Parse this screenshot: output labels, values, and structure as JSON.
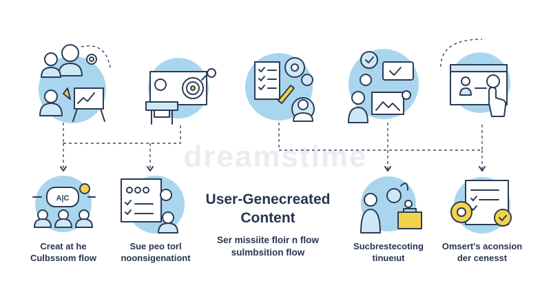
{
  "watermark": "dreamstime",
  "title": "User-Genecreated\nContent",
  "subtitle": "Ser missiite floir n flow\nsulmbsition flow",
  "items": [
    {
      "label": "Creat at he\nCulbssıom flow"
    },
    {
      "label": "Sue peo torl\nnoonsigenationt"
    },
    {
      "label": "Sucbrestecoting\ntinueıut"
    },
    {
      "label": "Omsert's aconsion\nder cenesst"
    }
  ],
  "icon_names": {
    "top1": "team-presentation-icon",
    "top2": "target-strategy-icon",
    "top3": "checklist-settings-icon",
    "top4": "team-feedback-icon",
    "top5": "web-interface-icon",
    "bottom1": "abc-speech-group-icon",
    "bottom2": "user-profile-form-icon",
    "bottom3": "community-network-icon",
    "bottom4": "document-settings-icon"
  },
  "colors": {
    "accent_blue": "#a9d6ee",
    "ink": "#2b3a55",
    "highlight_yellow": "#f3d34a"
  }
}
